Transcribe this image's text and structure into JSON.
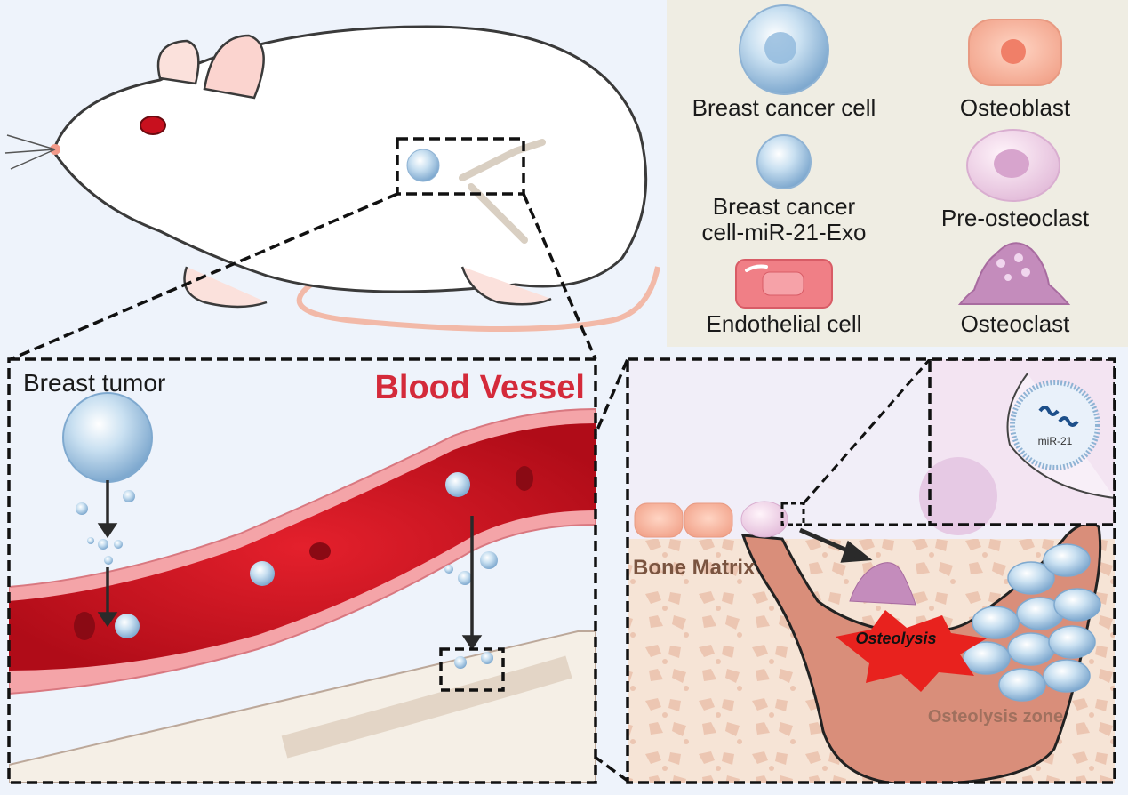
{
  "legend": {
    "items": [
      {
        "key": "breast_cancer_cell",
        "label": "Breast cancer cell",
        "icon": "breast-cancer-cell-icon"
      },
      {
        "key": "osteoblast",
        "label": "Osteoblast",
        "icon": "osteoblast-icon"
      },
      {
        "key": "exosome",
        "label_line1": "Breast cancer",
        "label_line2": "cell-miR-21-Exo",
        "icon": "exosome-icon"
      },
      {
        "key": "pre_osteoclast",
        "label": "Pre-osteoclast",
        "icon": "pre-osteoclast-icon"
      },
      {
        "key": "endothelial_cell",
        "label": "Endothelial cell",
        "icon": "endothelial-cell-icon"
      },
      {
        "key": "osteoclast",
        "label": "Osteoclast",
        "icon": "osteoclast-icon"
      }
    ]
  },
  "vessel_panel": {
    "tumor_label": "Breast tumor",
    "title": "Blood Vessel"
  },
  "bone_panel": {
    "matrix_label": "Bone Matrix",
    "osteolysis_label": "Osteolysis",
    "zone_label": "Osteolysis zone",
    "mirna_label": "miR-21"
  },
  "colors": {
    "background": "#eef3fb",
    "legend_bg": "#efede3",
    "vessel_red": "#c8101e",
    "vessel_wall": "#f4a4a8",
    "title_red": "#d42a3a",
    "bone_matrix_text": "#7a5440",
    "zone_fill": "#d98e7a",
    "cancer_blue": "#a9cde6"
  }
}
